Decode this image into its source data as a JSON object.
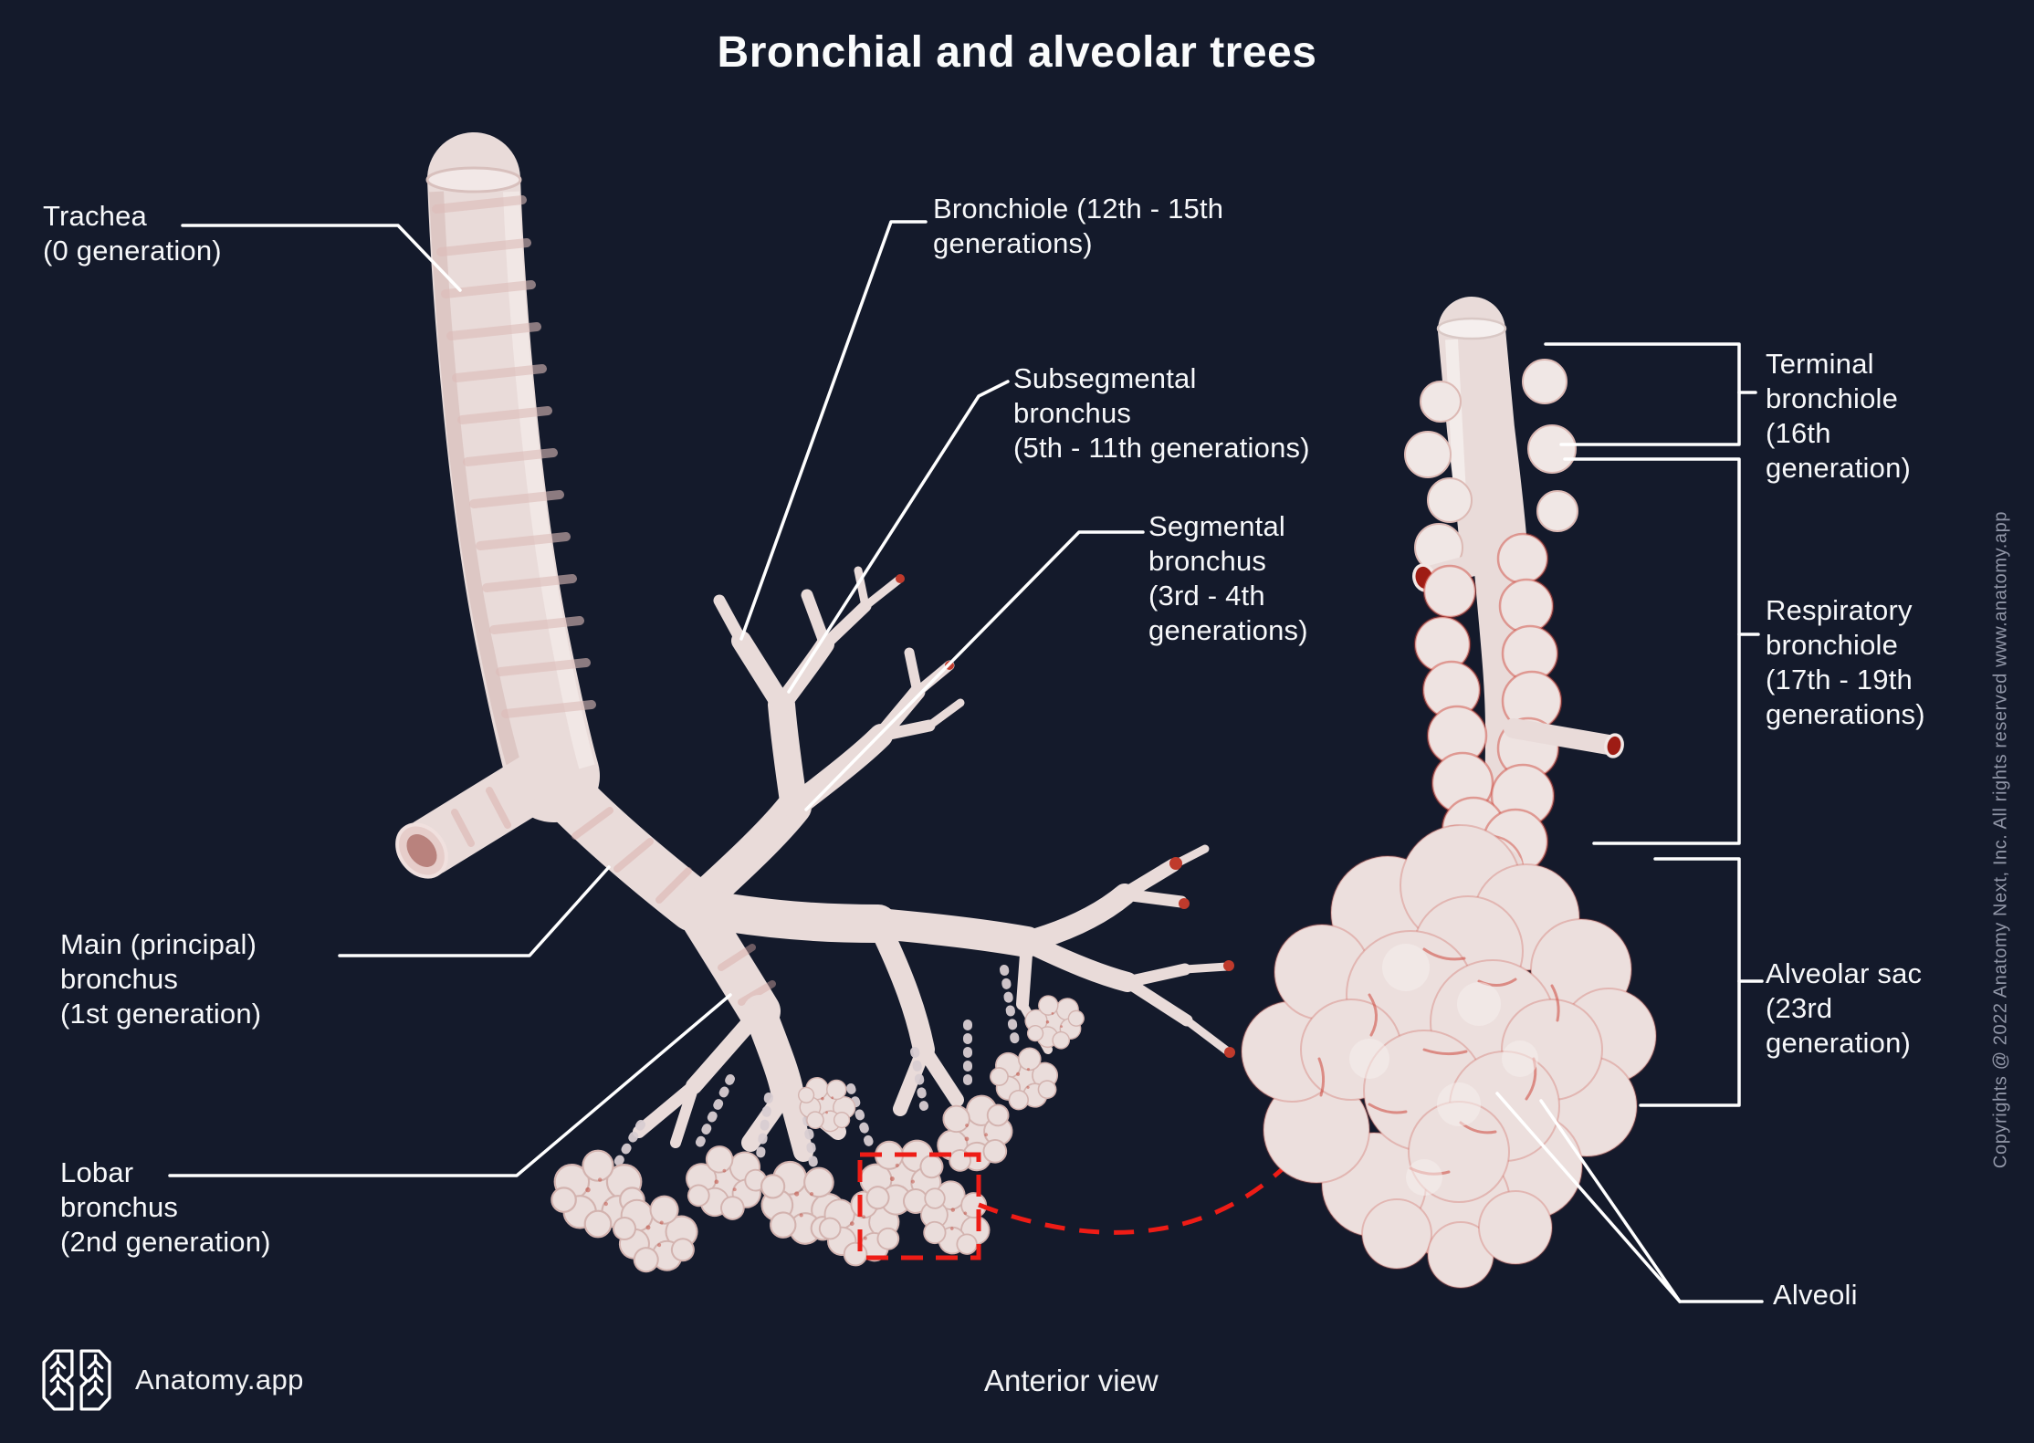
{
  "title": "Bronchial and alveolar trees",
  "footer": {
    "view_label": "Anterior view",
    "brand": "Anatomy.app"
  },
  "copyright": "Copyrights @ 2022 Anatomy Next, Inc. All rights reserved www.anatomy.app",
  "labels": {
    "trachea": {
      "lines": [
        "Trachea",
        "(0 generation)"
      ]
    },
    "bronchiole": {
      "lines": [
        "Bronchiole (12th - 15th",
        "generations)"
      ]
    },
    "subsegmental": {
      "lines": [
        "Subsegmental",
        "bronchus",
        "(5th - 11th generations)"
      ]
    },
    "segmental": {
      "lines": [
        "Segmental",
        "bronchus",
        "(3rd - 4th",
        "generations)"
      ]
    },
    "main_bronchus": {
      "lines": [
        "Main (principal)",
        "bronchus",
        "(1st generation)"
      ]
    },
    "lobar": {
      "lines": [
        "Lobar",
        "bronchus",
        "(2nd generation)"
      ]
    },
    "terminal": {
      "lines": [
        "Terminal",
        "bronchiole",
        "(16th",
        "generation)"
      ]
    },
    "respiratory": {
      "lines": [
        "Respiratory",
        "bronchiole",
        "(17th - 19th",
        "generations)"
      ]
    },
    "alveolar_sac": {
      "lines": [
        "Alveolar sac",
        "(23rd",
        "generation)"
      ]
    },
    "alveoli": {
      "lines": [
        "Alveoli"
      ]
    }
  },
  "icons": {
    "logo": "brain-logo-icon"
  },
  "colors": {
    "background": "#141a2b",
    "tissue": "#ecdfdd",
    "tissue_shadow": "#d3b3af",
    "accent_red": "#ee1c16",
    "line_white": "#ffffff",
    "text": "#f7f8fa",
    "muted_text": "#9196a7"
  }
}
